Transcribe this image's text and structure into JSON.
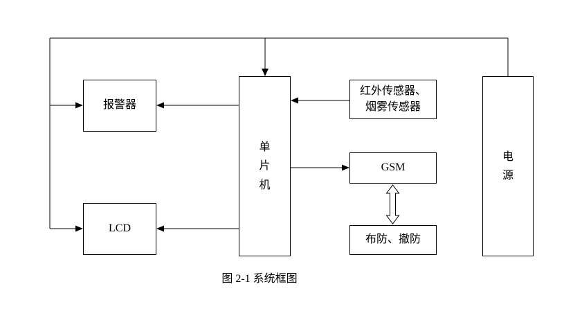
{
  "diagram": {
    "boxes": {
      "alarm": {
        "label": "报警器"
      },
      "lcd": {
        "label": "LCD"
      },
      "mcu": {
        "label": "单片机"
      },
      "sensor": {
        "line1": "红外传感器、",
        "line2": "烟雾传感器"
      },
      "gsm": {
        "label": "GSM"
      },
      "arm_disarm": {
        "label": "布防、撤防"
      },
      "power": {
        "label": "电源"
      }
    },
    "caption": "图 2-1  系统框图",
    "colors": {
      "line": "#000000",
      "background": "#ffffff"
    }
  }
}
